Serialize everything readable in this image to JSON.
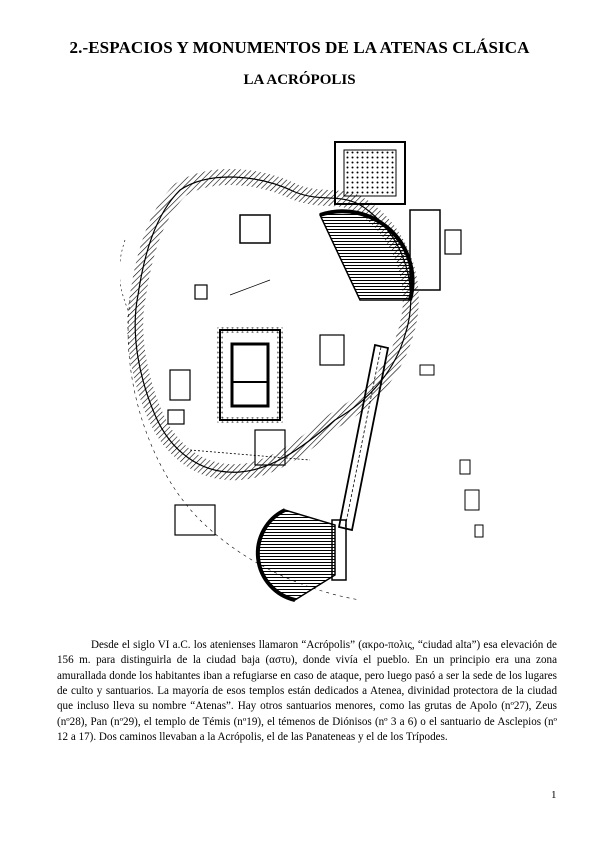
{
  "heading": {
    "title": "2.-ESPACIOS Y MONUMENTOS DE LA ATENAS CLÁSICA",
    "subtitle": "LA ACRÓPOLIS"
  },
  "paragraph": "Desde el siglo VI a.C. los atenienses llamaron “Acrópolis” (ακρο-πολις, “ciudad alta”) esa elevación de 156 m. para distinguirla de la ciudad baja (αστυ), donde vivía el pueblo. En un principio era una zona amurallada donde los habitantes iban a refugiarse en caso de ataque, pero luego pasó a ser la sede de los lugares de culto y santuarios. La mayoría de esos templos están dedicados a Atenea, divinidad protectora de la ciudad que incluso lleva su nombre “Atenas”. Hay otros santuarios menores, como las grutas de Apolo (nº27), Zeus (nº28), Pan (nº29), el templo de Témis (nº19), el témenos de Diónisos (nº 3 a 6) o el santuario de Asclepios (nº 12 a 17). Dos caminos llevaban a la Acrópolis, el de las Panateneas y el de los Trípodes.",
  "footer": {
    "page_number": "1"
  }
}
